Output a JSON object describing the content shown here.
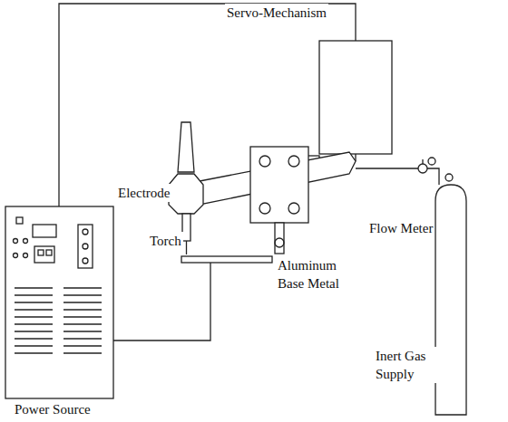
{
  "diagram": {
    "labels": [
      "Servo-Mechanism",
      "Electrode",
      "Torch",
      "Aluminum Base Metal",
      "Flow Meter",
      "Inert Gas Supply",
      "Power Source"
    ]
  }
}
